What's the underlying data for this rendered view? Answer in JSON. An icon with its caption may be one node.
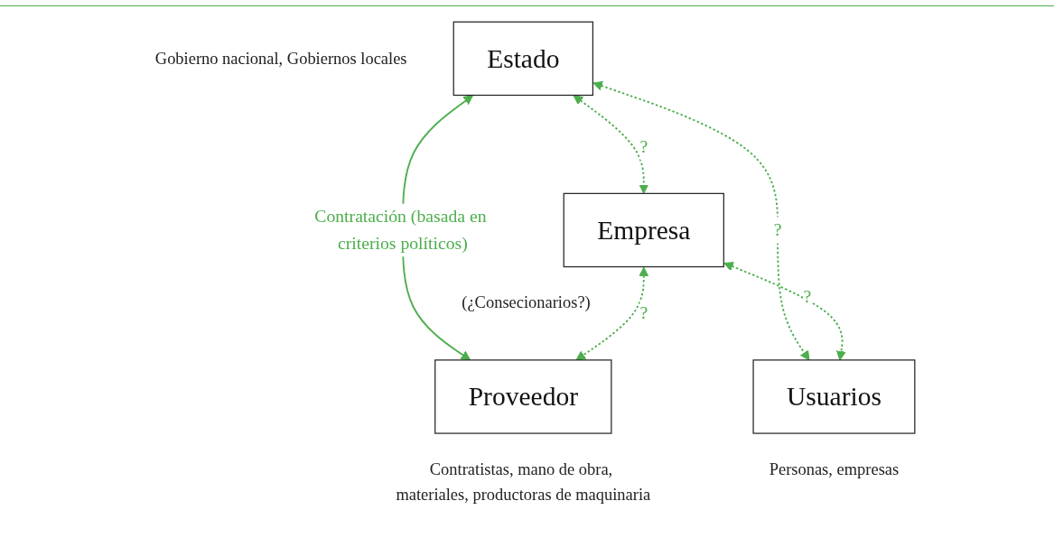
{
  "diagram": {
    "nodes": [
      {
        "text": [
          "Estado"
        ],
        "beside": [
          "Gobierno nacional, Gobiernos locales"
        ]
      },
      {
        "text": [
          "Empresa"
        ],
        "beside": [
          "(¿Consecionarios?)"
        ]
      },
      {
        "text": [
          "Usuarios"
        ],
        "beside": [
          "Personas, empresas"
        ]
      },
      {
        "text": [
          "Proveedor"
        ],
        "beside": [
          "Contratistas, mano de obra, materiales, productoras de maquinaria"
        ]
      }
    ],
    "edges": [
      {
        "from": 0,
        "to": 3,
        "arrow": "both",
        "label": "Contratación (basada en criterios políticos)",
        "color": "#4cae4c"
      },
      {
        "from": 0,
        "to": 1,
        "arrow": "both",
        "label": "?",
        "style": "dashed",
        "color": "#4cae4c"
      },
      {
        "from": 0,
        "to": 2,
        "arrow": "both",
        "label": "?",
        "style": "dashed",
        "color": "#4cae4c"
      },
      {
        "from": 1,
        "to": 2,
        "arrow": "both",
        "label": "?",
        "style": "dashed",
        "color": "#4cae4c"
      },
      {
        "from": 1,
        "to": 3,
        "arrow": "both",
        "label": "?",
        "style": "dashed",
        "color": "#4cae4c"
      }
    ]
  }
}
